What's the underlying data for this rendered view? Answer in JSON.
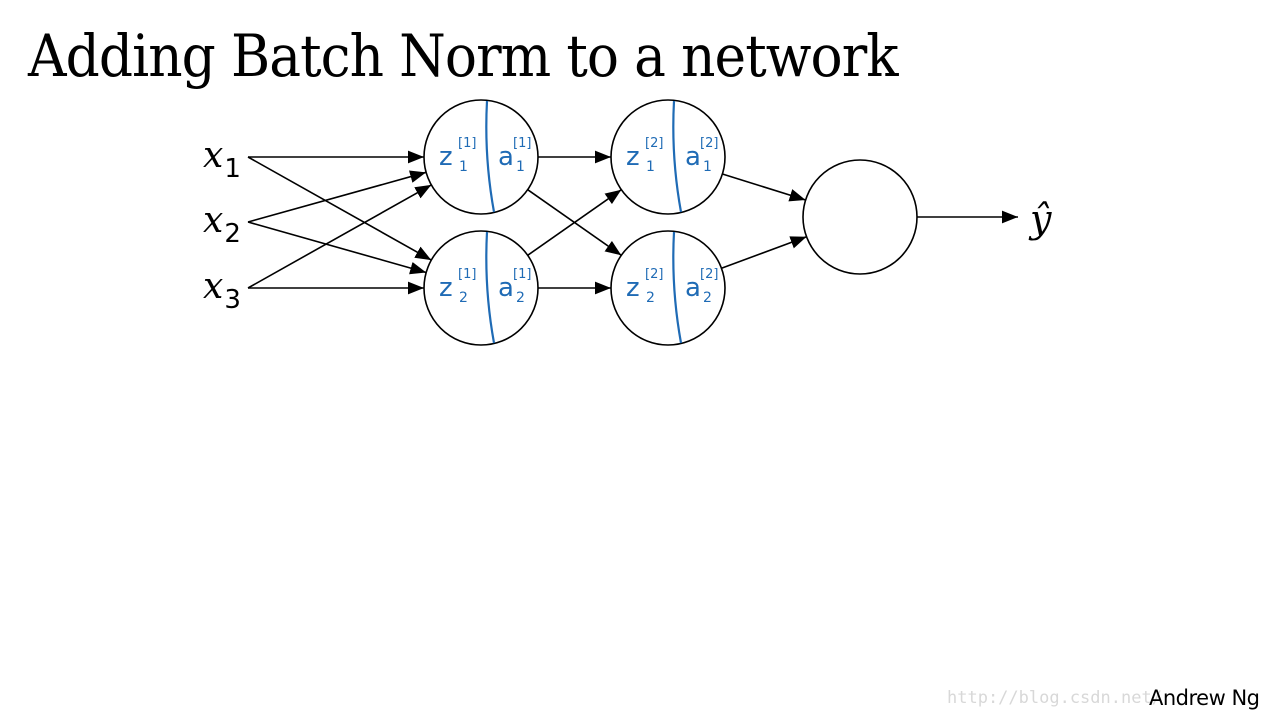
{
  "slide": {
    "title": "Adding Batch Norm to a network",
    "author": "Andrew Ng",
    "watermark": "http://blog.csdn.net/"
  },
  "colors": {
    "ink": "#000000",
    "annotation": "#1f6bb5",
    "watermark": "#d8d8d8"
  },
  "inputs": [
    {
      "id": "x1",
      "base": "x",
      "sub": "1"
    },
    {
      "id": "x2",
      "base": "x",
      "sub": "2"
    },
    {
      "id": "x3",
      "base": "x",
      "sub": "3"
    }
  ],
  "hidden_units": [
    {
      "id": "h1_1",
      "layer": 1,
      "unit": 1,
      "z_label": "z",
      "z_sup": "[1]",
      "z_sub": "1",
      "a_label": "a",
      "a_sup": "[1]",
      "a_sub": "1"
    },
    {
      "id": "h1_2",
      "layer": 1,
      "unit": 2,
      "z_label": "z",
      "z_sup": "[1]",
      "z_sub": "2",
      "a_label": "a",
      "a_sup": "[1]",
      "a_sub": "2"
    },
    {
      "id": "h2_1",
      "layer": 2,
      "unit": 1,
      "z_label": "z",
      "z_sup": "[2]",
      "z_sub": "1",
      "a_label": "a",
      "a_sup": "[2]",
      "a_sub": "1"
    },
    {
      "id": "h2_2",
      "layer": 2,
      "unit": 2,
      "z_label": "z",
      "z_sup": "[2]",
      "z_sub": "2",
      "a_label": "a",
      "a_sup": "[2]",
      "a_sub": "2"
    }
  ],
  "output_unit": {
    "id": "out"
  },
  "output_label": "ŷ",
  "edges": [
    [
      "x1",
      "h1_1"
    ],
    [
      "x1",
      "h1_2"
    ],
    [
      "x2",
      "h1_1"
    ],
    [
      "x2",
      "h1_2"
    ],
    [
      "x3",
      "h1_1"
    ],
    [
      "x3",
      "h1_2"
    ],
    [
      "h1_1",
      "h2_1"
    ],
    [
      "h1_1",
      "h2_2"
    ],
    [
      "h1_2",
      "h2_1"
    ],
    [
      "h1_2",
      "h2_2"
    ],
    [
      "h2_1",
      "out"
    ],
    [
      "h2_2",
      "out"
    ],
    [
      "out",
      "yhat"
    ]
  ]
}
